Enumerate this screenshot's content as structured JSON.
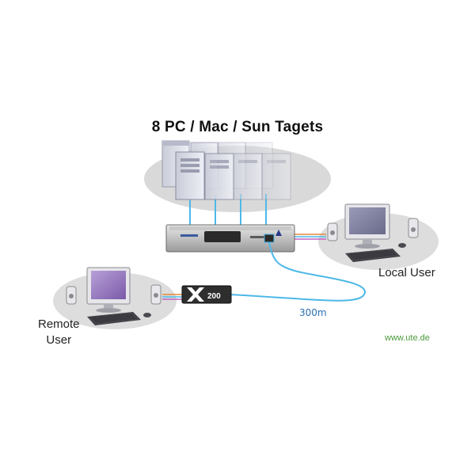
{
  "title": "8 PC / Mac / Sun Tagets",
  "labels": {
    "remote_line1": "Remote",
    "remote_line2": "User",
    "local_user": "Local User",
    "cable_length": "300m",
    "website": "www.ute.de",
    "extender_model": "200"
  },
  "colors": {
    "cable": "#4db8e8",
    "ellipse": "#dcdcdc",
    "device_dark": "#3a3a3a",
    "website_text": "#4a9a3a",
    "distance_text": "#2a6fb0"
  }
}
